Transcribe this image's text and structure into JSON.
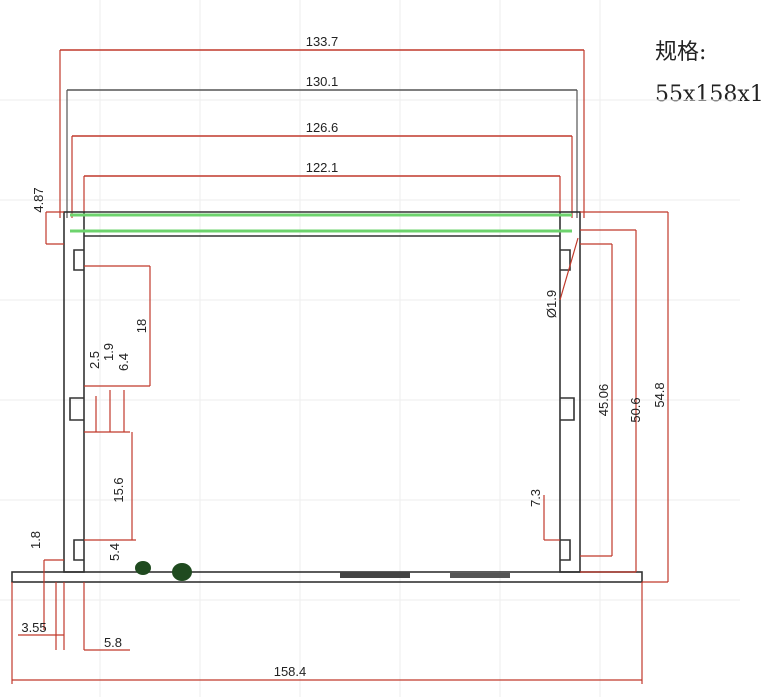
{
  "spec": {
    "label": "规格:",
    "value": "55x158x1"
  },
  "colors": {
    "profile": "#333333",
    "dimension": "#c0392b",
    "highlight": "#6dd36d",
    "background": "#ffffff"
  },
  "dimensions": {
    "d133_7": "133.7",
    "d130_1": "130.1",
    "d126_6": "126.6",
    "d122_1": "122.1",
    "d4_87": "4.87",
    "d18": "18",
    "d2_5": "2.5",
    "d1_9": "1.9",
    "d6_4": "6.4",
    "d15_6": "15.6",
    "d1_8": "1.8",
    "d5_4": "5.4",
    "d3_55": "3.55",
    "d5_8": "5.8",
    "d158_4": "158.4",
    "phi1_9": "Ø1.9",
    "d45_06": "45.06",
    "d50_6": "50.6",
    "d54_8": "54.8",
    "d7_3": "7.3"
  }
}
